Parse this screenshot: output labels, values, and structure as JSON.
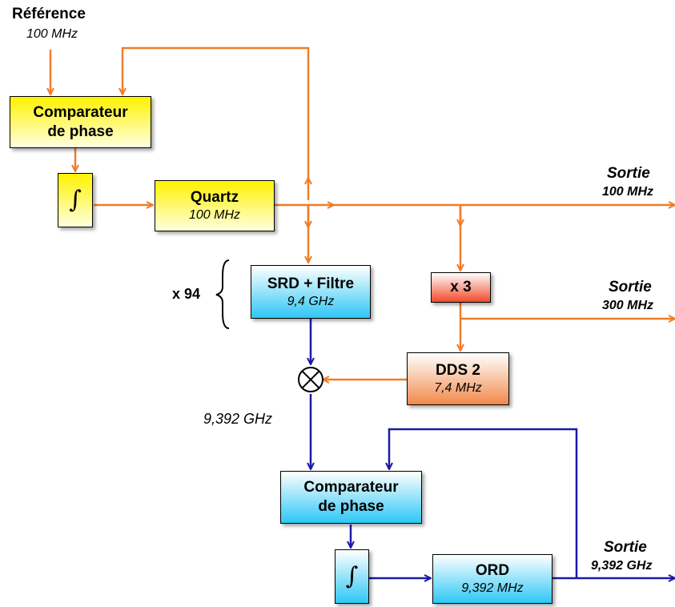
{
  "colors": {
    "orange": "#f07d28",
    "blue": "#1a1aa6"
  },
  "reference": {
    "title": "Référence",
    "freq": "100 MHz"
  },
  "comparator_top": {
    "line1": "Comparateur",
    "line2": "de phase"
  },
  "integrator_symbol": "∫",
  "quartz": {
    "name": "Quartz",
    "freq": "100 MHz"
  },
  "output_100": {
    "label": "Sortie",
    "freq": "100 MHz"
  },
  "multiplier_94": "x 94",
  "srd": {
    "name": "SRD + Filtre",
    "freq": "9,4 GHz"
  },
  "x3": {
    "name": "x 3"
  },
  "output_300": {
    "label": "Sortie",
    "freq": "300 MHz"
  },
  "dds": {
    "name": "DDS 2",
    "freq": "7,4 MHz"
  },
  "mixer_symbol": "⊗",
  "mixed_freq": "9,392 GHz",
  "comparator_bottom": {
    "line1": "Comparateur",
    "line2": "de phase"
  },
  "ord": {
    "name": "ORD",
    "freq": "9,392 MHz"
  },
  "output_9392": {
    "label": "Sortie",
    "freq": "9,392 GHz"
  }
}
